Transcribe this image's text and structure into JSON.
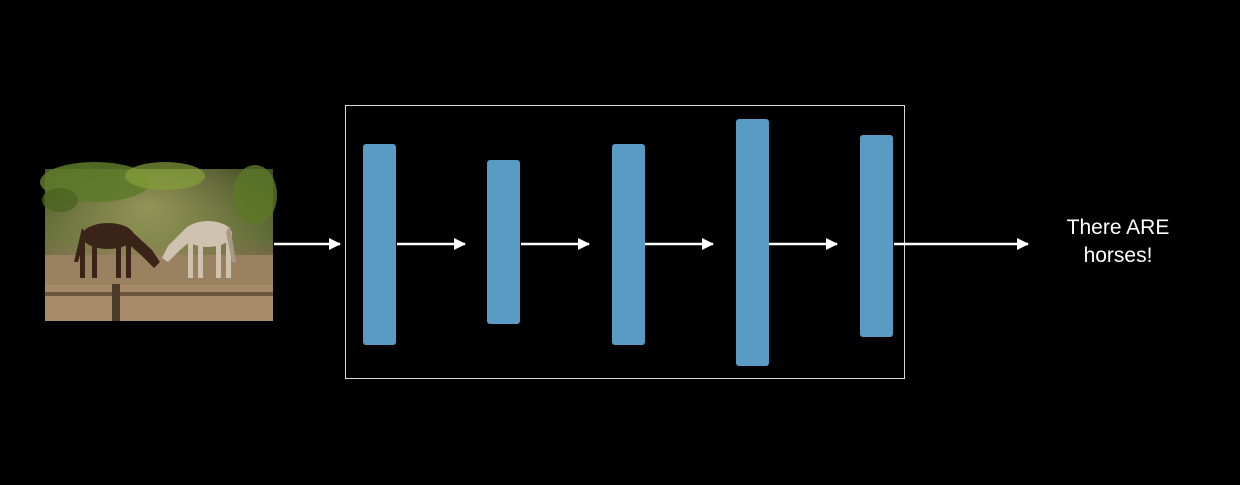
{
  "diagram": {
    "input": {
      "description_icon": "horse-photo-icon"
    },
    "network": {
      "layers": [
        {
          "id": "layer-1"
        },
        {
          "id": "layer-2"
        },
        {
          "id": "layer-3"
        },
        {
          "id": "layer-4"
        },
        {
          "id": "layer-5"
        }
      ]
    },
    "output": {
      "line1": "There ARE",
      "line2": "horses!"
    },
    "colors": {
      "background": "#000000",
      "layer_fill": "#5a9bc4",
      "arrow": "#ffffff",
      "box_border": "#d9d9d9",
      "text": "#ffffff"
    }
  }
}
